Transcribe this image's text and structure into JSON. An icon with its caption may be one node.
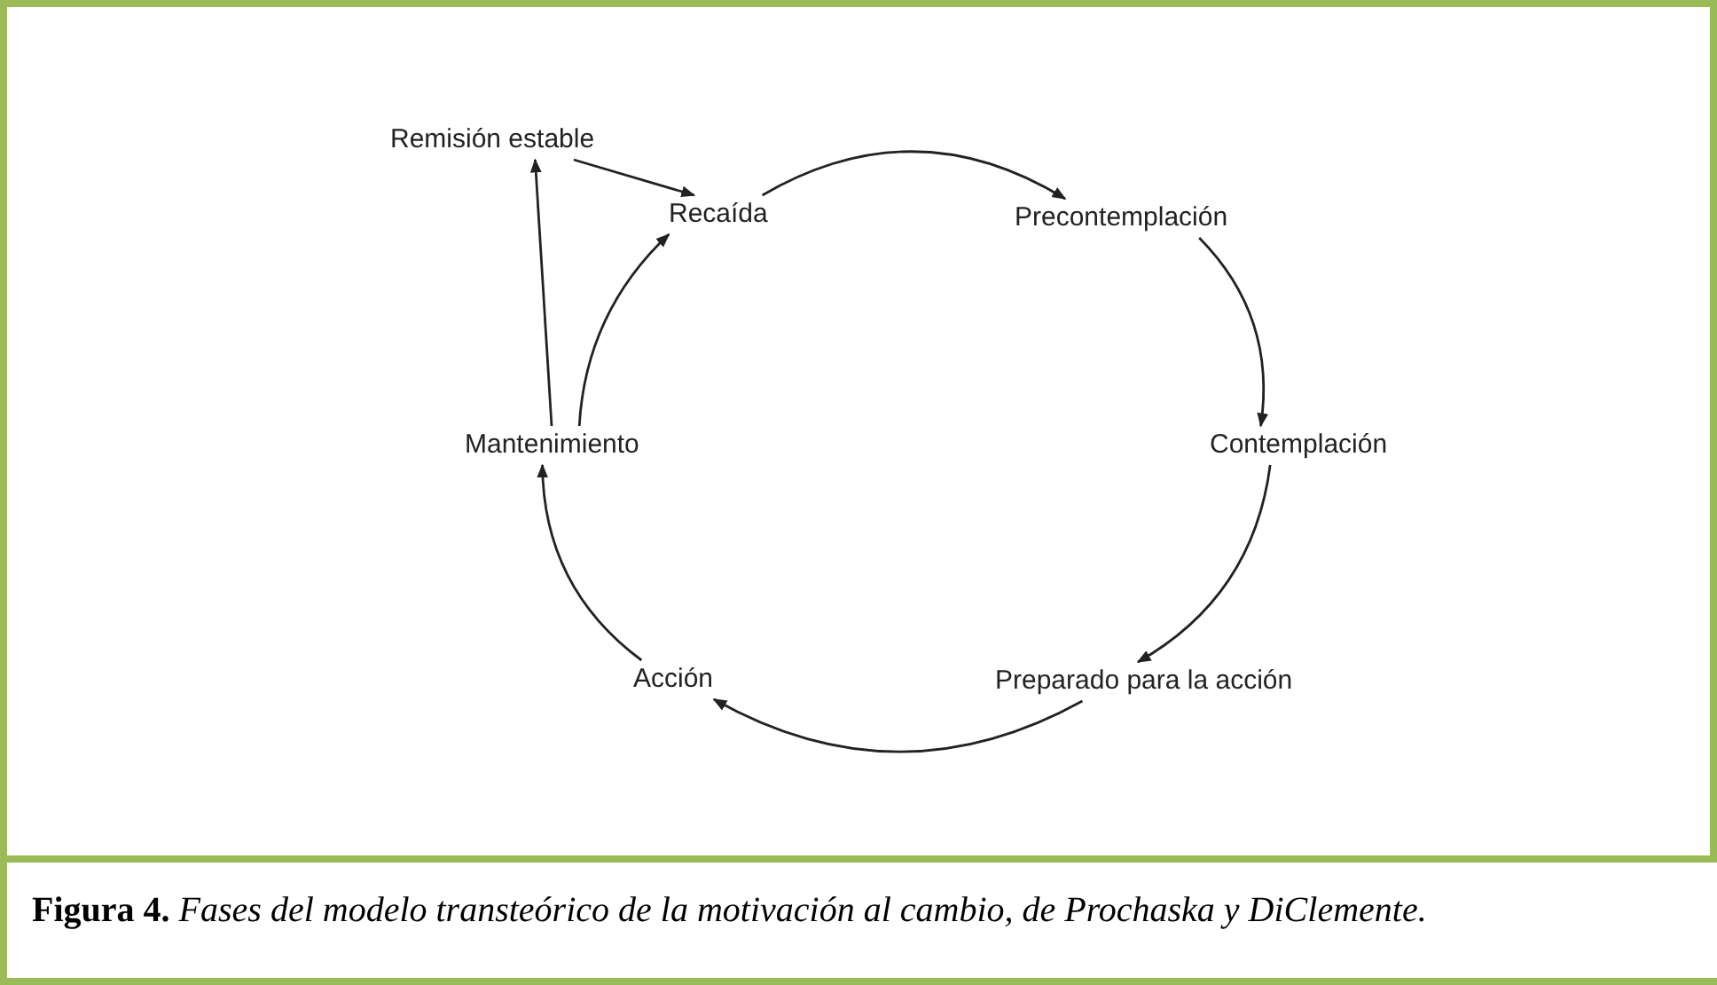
{
  "diagram": {
    "caption": "**Figura 4.** *Fases del modelo transteórico de la motivación al cambio, de Prochaska y DiClemente.*",
    "nodes": [
      {
        "text": [
          "Remisión estable"
        ]
      },
      {
        "text": [
          "Recaída"
        ]
      },
      {
        "text": [
          "Precontemplación"
        ]
      },
      {
        "text": [
          "Contemplación"
        ]
      },
      {
        "text": [
          "Preparado para la acción"
        ]
      },
      {
        "text": [
          "Acción"
        ]
      },
      {
        "text": [
          "Mantenimiento"
        ]
      }
    ],
    "edges": [
      {
        "from": 1,
        "to": 2,
        "arrow": "to"
      },
      {
        "from": 2,
        "to": 3,
        "arrow": "to"
      },
      {
        "from": 3,
        "to": 4,
        "arrow": "to"
      },
      {
        "from": 4,
        "to": 5,
        "arrow": "to"
      },
      {
        "from": 5,
        "to": 6,
        "arrow": "to"
      },
      {
        "from": 6,
        "to": 1,
        "arrow": "to"
      },
      {
        "from": 6,
        "to": 0,
        "arrow": "to"
      },
      {
        "from": 0,
        "to": 1,
        "arrow": "to"
      }
    ]
  }
}
